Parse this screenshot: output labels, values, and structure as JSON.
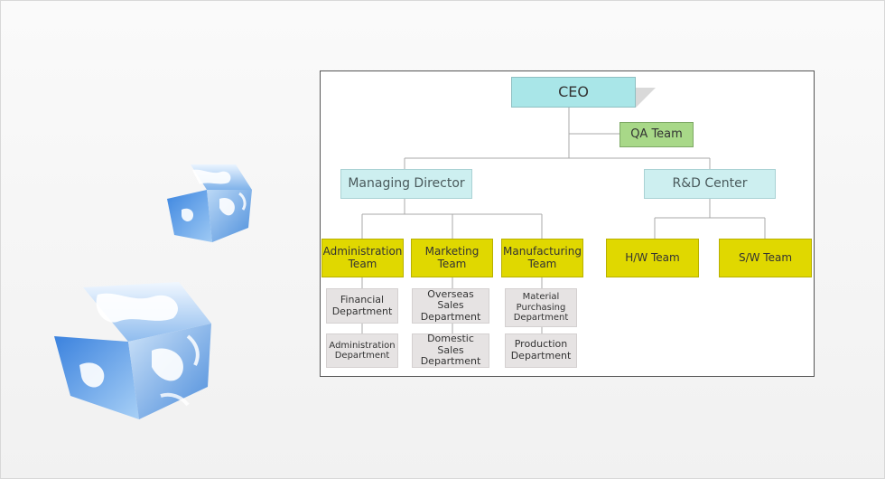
{
  "org_chart": {
    "ceo": "CEO",
    "qa_team": "QA Team",
    "managing_director": "Managing Director",
    "rd_center": "R&D Center",
    "administration_team": "Administration\nTeam",
    "marketing_team": "Marketing\nTeam",
    "manufacturing_team": "Manufacturing\nTeam",
    "hw_team": "H/W Team",
    "sw_team": "S/W Team",
    "financial_department": "Financial\nDepartment",
    "administration_department": "Administration\nDepartment",
    "overseas_sales_department": "Overseas Sales\nDepartment",
    "domestic_sales_department": "Domestic Sales\nDepartment",
    "material_purchasing_department": "Material\nPurchasing\nDepartment",
    "production_department": "Production\nDepartment"
  },
  "colors": {
    "ceo_fill": "#a9e6e8",
    "director_fill": "#cdeff0",
    "qa_fill": "#a8d888",
    "team_fill": "#e0d800",
    "department_fill": "#e6e3e3"
  },
  "decorations": {
    "left_images": [
      "globe-cube-icon",
      "globe-cube-icon"
    ]
  }
}
